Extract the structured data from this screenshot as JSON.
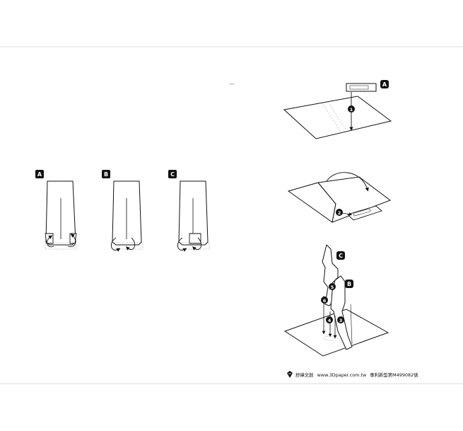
{
  "colors": {
    "ink": "#111111",
    "paper": "#ffffff",
    "frame": "#d9d9d9",
    "badge_bg": "#111111",
    "badge_fg": "#ffffff"
  },
  "page_mark": "ooo",
  "left_panel": {
    "steps": [
      {
        "label": "A"
      },
      {
        "label": "B"
      },
      {
        "label": "C"
      }
    ]
  },
  "right_panel": {
    "step1": {
      "badge": "A",
      "number": "1"
    },
    "step2": {
      "number": "2"
    },
    "step3": {
      "badges": [
        "C",
        "B"
      ],
      "numbers": [
        "5",
        "6",
        "4",
        "3"
      ]
    }
  },
  "footer": {
    "brand": "舒緯文創",
    "url": "www.3Dpaper.com.tw",
    "patent": "專利新型第M499082號"
  }
}
